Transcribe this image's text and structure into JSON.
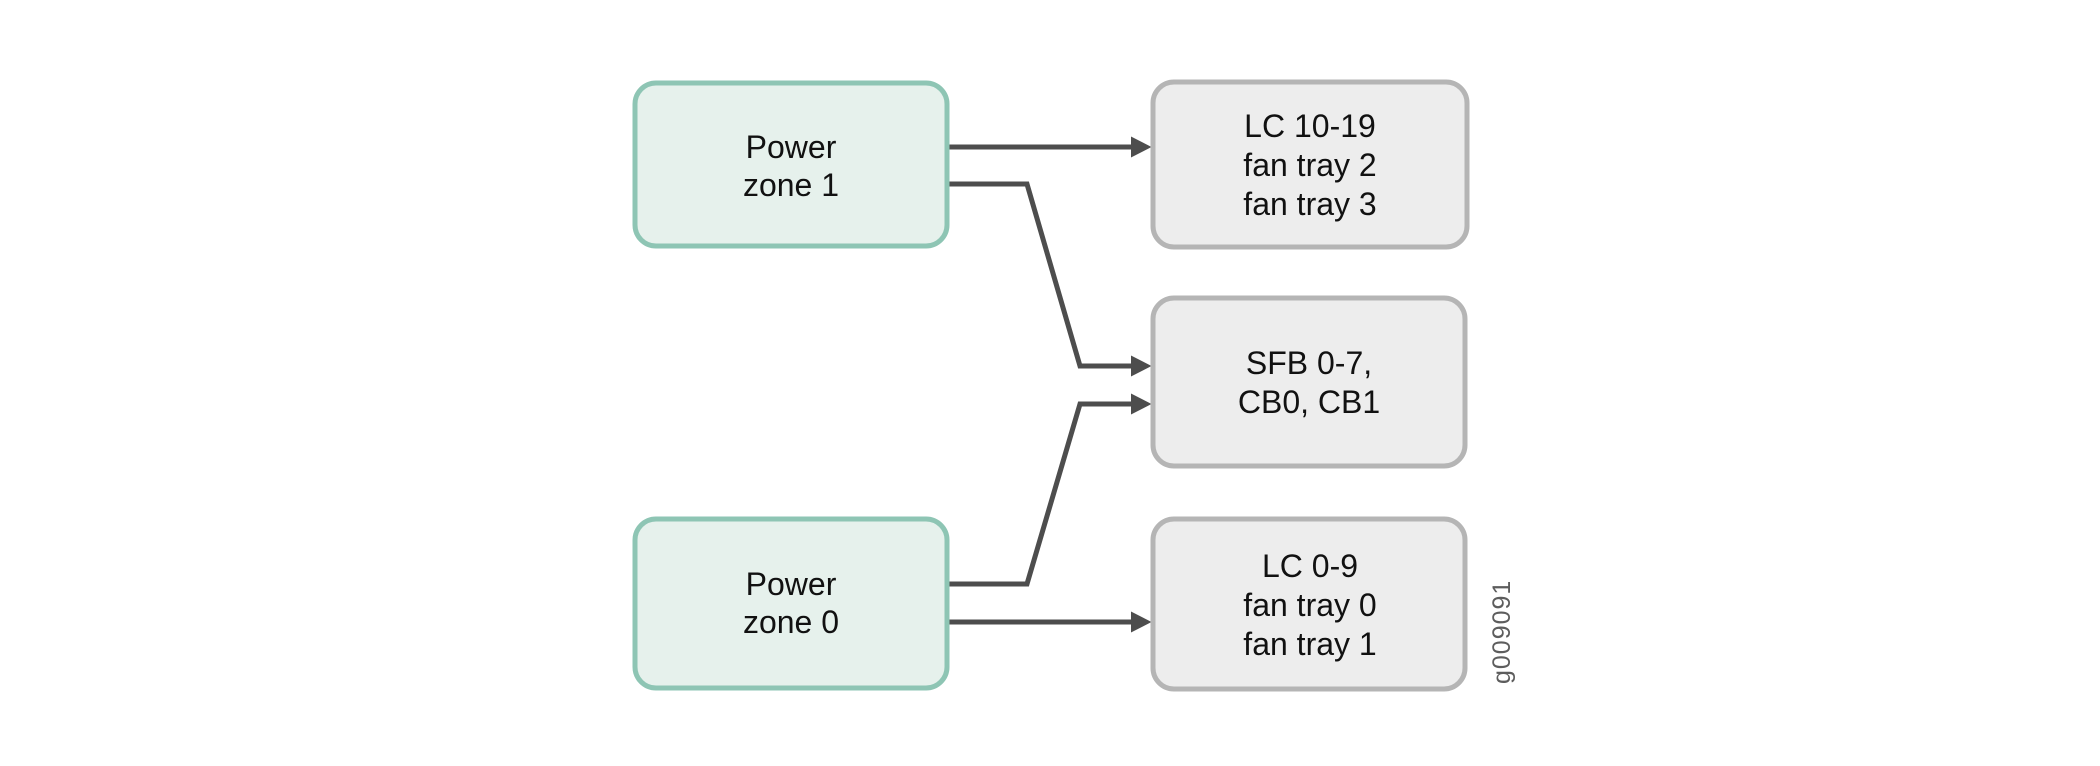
{
  "figure_id": "g009091",
  "colors": {
    "zone_fill": "#e6f1ec",
    "zone_stroke": "#8ec5b4",
    "component_fill": "#ededed",
    "component_stroke": "#b5b5b5",
    "connector": "#4d4d4d",
    "label_text": "#111111",
    "figure_id_text": "#5d5d5d"
  },
  "nodes": {
    "power_zone_1": {
      "type": "power-zone",
      "lines": [
        "Power",
        "zone 1"
      ]
    },
    "power_zone_0": {
      "type": "power-zone",
      "lines": [
        "Power",
        "zone 0"
      ]
    },
    "lc_upper": {
      "type": "component",
      "lines": [
        "LC 10-19",
        "fan tray 2",
        "fan tray 3"
      ]
    },
    "sfb": {
      "type": "component",
      "lines": [
        "SFB 0-7,",
        "CB0, CB1"
      ]
    },
    "lc_lower": {
      "type": "component",
      "lines": [
        "LC 0-9",
        "fan tray 0",
        "fan tray 1"
      ]
    }
  },
  "connections": [
    {
      "from": "Power zone 1",
      "to": "LC 10-19, fan tray 2, fan tray 3"
    },
    {
      "from": "Power zone 1",
      "to": "SFB 0-7, CB0, CB1"
    },
    {
      "from": "Power zone 0",
      "to": "SFB 0-7, CB0, CB1"
    },
    {
      "from": "Power zone 0",
      "to": "LC 0-9, fan tray 0, fan tray 1"
    }
  ]
}
